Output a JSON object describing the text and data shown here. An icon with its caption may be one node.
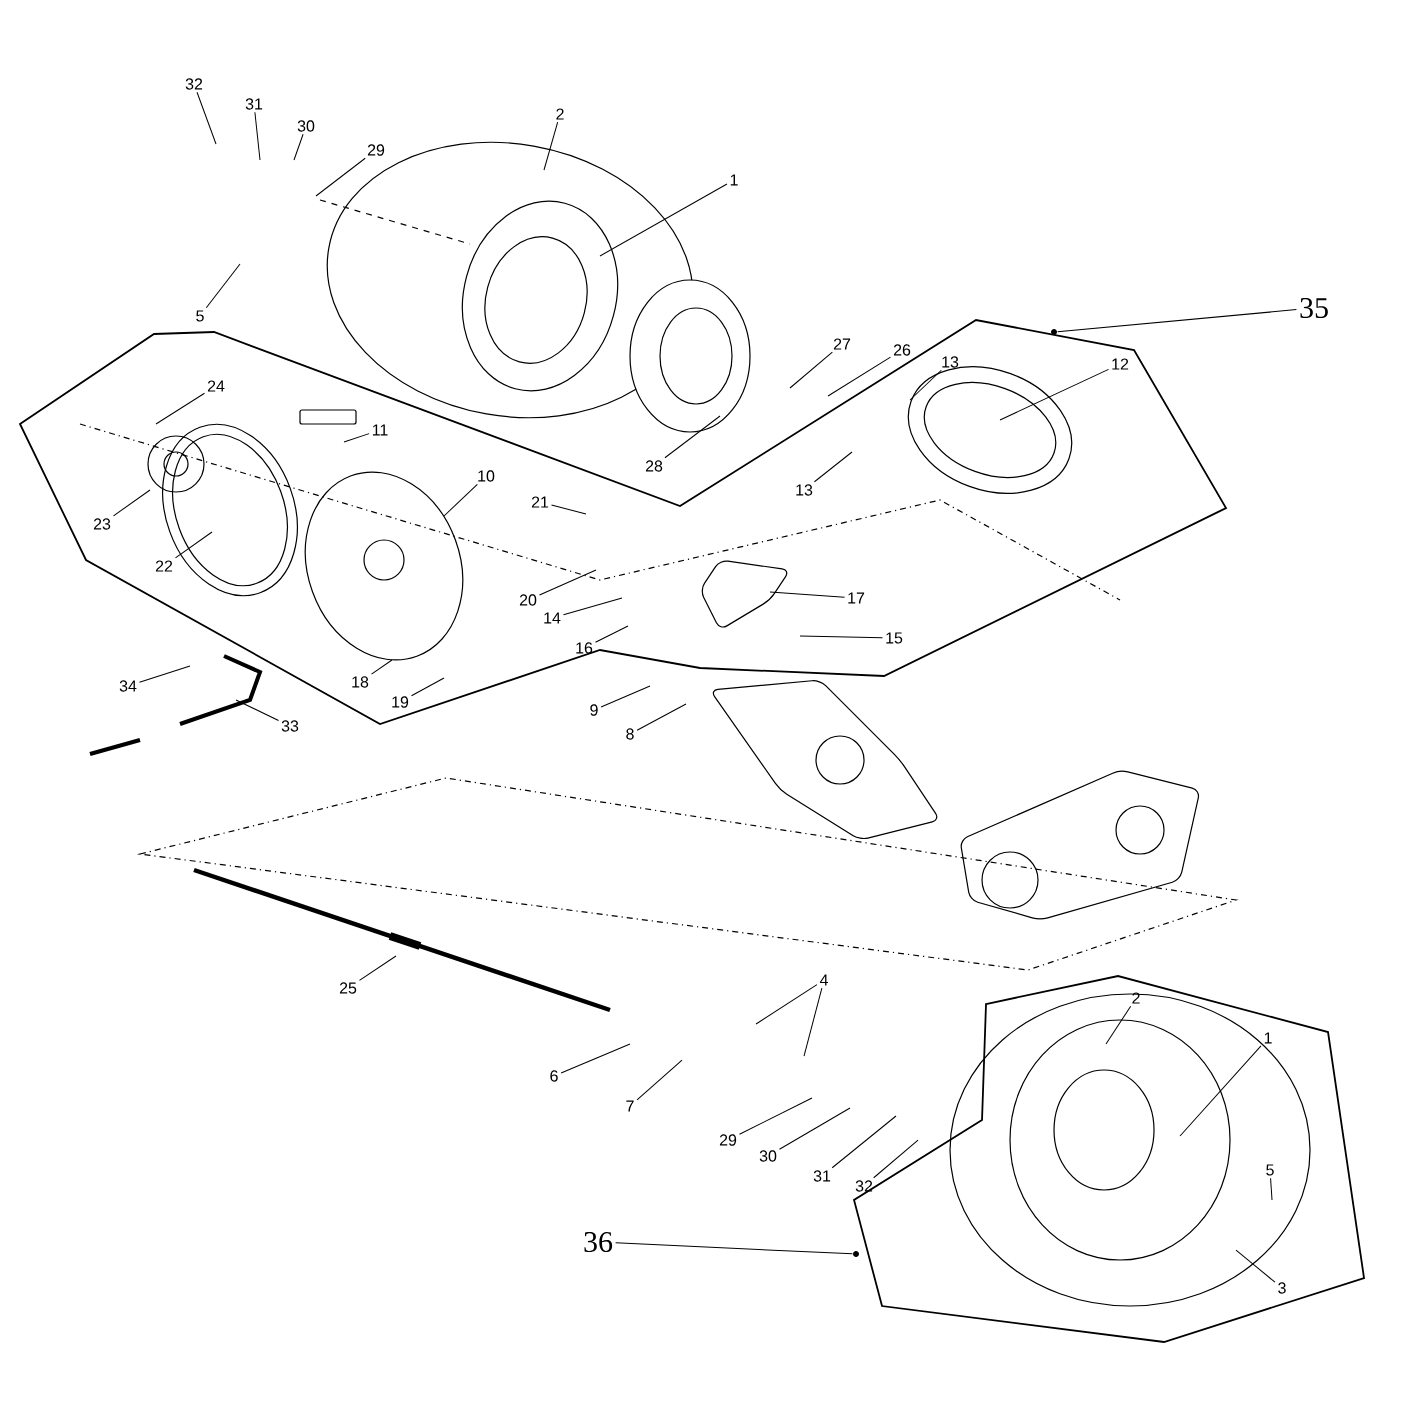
{
  "diagram": {
    "nodes": [
      {
        "text": [
          "32"
        ]
      },
      {
        "text": [
          "31"
        ]
      },
      {
        "text": [
          "30"
        ]
      },
      {
        "text": [
          "29"
        ]
      },
      {
        "text": [
          "2"
        ]
      },
      {
        "text": [
          "1"
        ]
      },
      {
        "text": [
          "5"
        ]
      },
      {
        "text": [
          "35"
        ]
      },
      {
        "text": [
          "27"
        ]
      },
      {
        "text": [
          "26"
        ]
      },
      {
        "text": [
          "13"
        ]
      },
      {
        "text": [
          "12"
        ]
      },
      {
        "text": [
          "24"
        ]
      },
      {
        "text": [
          "11"
        ]
      },
      {
        "text": [
          "13"
        ]
      },
      {
        "text": [
          "28"
        ]
      },
      {
        "text": [
          "10"
        ]
      },
      {
        "text": [
          "21"
        ]
      },
      {
        "text": [
          "23"
        ]
      },
      {
        "text": [
          "22"
        ]
      },
      {
        "text": [
          "17"
        ]
      },
      {
        "text": [
          "20"
        ]
      },
      {
        "text": [
          "14"
        ]
      },
      {
        "text": [
          "15"
        ]
      },
      {
        "text": [
          "16"
        ]
      },
      {
        "text": [
          "34"
        ]
      },
      {
        "text": [
          "18"
        ]
      },
      {
        "text": [
          "19"
        ]
      },
      {
        "text": [
          "33"
        ]
      },
      {
        "text": [
          "9"
        ]
      },
      {
        "text": [
          "8"
        ]
      },
      {
        "text": [
          "4"
        ]
      },
      {
        "text": [
          "25"
        ]
      },
      {
        "text": [
          "6"
        ]
      },
      {
        "text": [
          "2"
        ]
      },
      {
        "text": [
          "1"
        ]
      },
      {
        "text": [
          "7"
        ]
      },
      {
        "text": [
          "29"
        ]
      },
      {
        "text": [
          "30"
        ]
      },
      {
        "text": [
          "31"
        ]
      },
      {
        "text": [
          "32"
        ]
      },
      {
        "text": [
          "5"
        ]
      },
      {
        "text": [
          "36"
        ]
      },
      {
        "text": [
          "3"
        ]
      },
      {
        "text": [],
        "shape": "polygon"
      },
      {
        "text": [],
        "shape": "polygon"
      }
    ],
    "edges": [
      {
        "from": 0,
        "to": null,
        "arrow": "none"
      },
      {
        "from": 1,
        "to": null,
        "arrow": "none"
      },
      {
        "from": 2,
        "to": null,
        "arrow": "none"
      },
      {
        "from": 3,
        "to": null,
        "arrow": "none"
      },
      {
        "from": 4,
        "to": null,
        "arrow": "none"
      },
      {
        "from": 5,
        "to": null,
        "arrow": "none"
      },
      {
        "from": 6,
        "to": null,
        "arrow": "none"
      },
      {
        "from": 7,
        "to": 44,
        "arrow": "none"
      },
      {
        "from": 8,
        "to": null,
        "arrow": "none"
      },
      {
        "from": 9,
        "to": null,
        "arrow": "none"
      },
      {
        "from": 10,
        "to": null,
        "arrow": "none"
      },
      {
        "from": 11,
        "to": null,
        "arrow": "none"
      },
      {
        "from": 12,
        "to": null,
        "arrow": "none"
      },
      {
        "from": 13,
        "to": null,
        "arrow": "none"
      },
      {
        "from": 14,
        "to": null,
        "arrow": "none"
      },
      {
        "from": 15,
        "to": null,
        "arrow": "none"
      },
      {
        "from": 16,
        "to": null,
        "arrow": "none"
      },
      {
        "from": 17,
        "to": null,
        "arrow": "none"
      },
      {
        "from": 18,
        "to": null,
        "arrow": "none"
      },
      {
        "from": 19,
        "to": null,
        "arrow": "none"
      },
      {
        "from": 20,
        "to": null,
        "arrow": "none"
      },
      {
        "from": 21,
        "to": null,
        "arrow": "none"
      },
      {
        "from": 22,
        "to": null,
        "arrow": "none"
      },
      {
        "from": 23,
        "to": null,
        "arrow": "none"
      },
      {
        "from": 24,
        "to": null,
        "arrow": "none"
      },
      {
        "from": 25,
        "to": null,
        "arrow": "none"
      },
      {
        "from": 26,
        "to": null,
        "arrow": "none"
      },
      {
        "from": 27,
        "to": null,
        "arrow": "none"
      },
      {
        "from": 28,
        "to": null,
        "arrow": "none"
      },
      {
        "from": 29,
        "to": null,
        "arrow": "none"
      },
      {
        "from": 30,
        "to": null,
        "arrow": "none"
      },
      {
        "from": 31,
        "to": null,
        "arrow": "none"
      },
      {
        "from": 31,
        "to": null,
        "arrow": "none"
      },
      {
        "from": 32,
        "to": null,
        "arrow": "none"
      },
      {
        "from": 33,
        "to": null,
        "arrow": "none"
      },
      {
        "from": 34,
        "to": null,
        "arrow": "none"
      },
      {
        "from": 35,
        "to": null,
        "arrow": "none"
      },
      {
        "from": 36,
        "to": null,
        "arrow": "none"
      },
      {
        "from": 37,
        "to": null,
        "arrow": "none"
      },
      {
        "from": 38,
        "to": null,
        "arrow": "none"
      },
      {
        "from": 39,
        "to": null,
        "arrow": "none"
      },
      {
        "from": 40,
        "to": null,
        "arrow": "none"
      },
      {
        "from": 41,
        "to": null,
        "arrow": "none"
      },
      {
        "from": 42,
        "to": 45,
        "arrow": "none"
      },
      {
        "from": 43,
        "to": null,
        "arrow": "none"
      }
    ]
  }
}
